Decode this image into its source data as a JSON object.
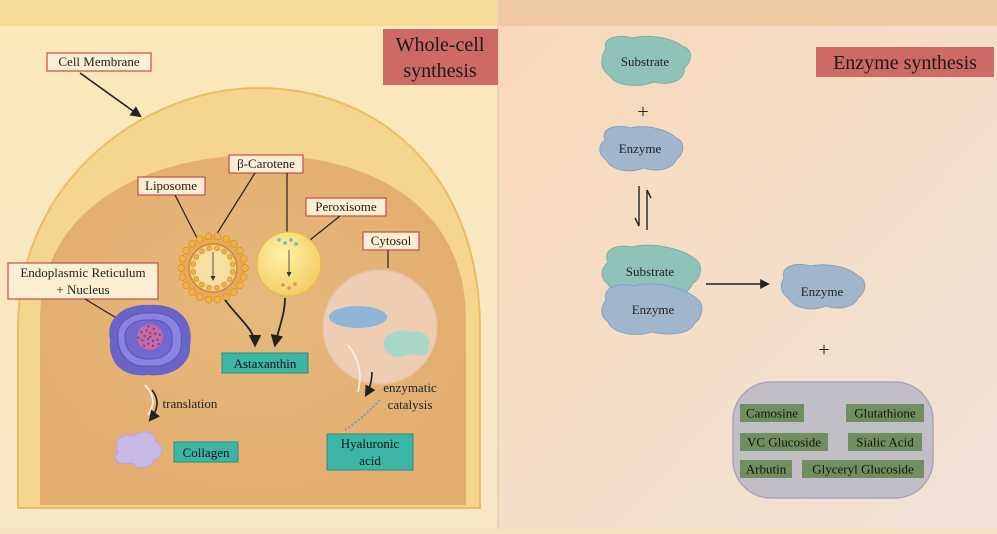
{
  "left_panel": {
    "title_line1": "Whole-cell",
    "title_line2": "synthesis",
    "labels": {
      "cell_membrane": "Cell Membrane",
      "liposome": "Liposome",
      "beta_carotene": "β-Carotene",
      "peroxisome": "Peroxisome",
      "cytosol": "Cytosol",
      "er_line1": "Endoplasmic Reticulum",
      "er_line2": "+ Nucleus",
      "translation": "translation",
      "enzymatic_line1": "enzymatic",
      "enzymatic_line2": "catalysis"
    },
    "products": {
      "astaxanthin": "Astaxanthin",
      "collagen": "Collagen",
      "hyaluronic_line1": "Hyaluronic",
      "hyaluronic_line2": "acid"
    }
  },
  "right_panel": {
    "title": "Enzyme synthesis",
    "substrate": "Substrate",
    "plus": "+",
    "enzyme": "Enzyme",
    "complex_substrate": "Substrate",
    "complex_enzyme": "Enzyme",
    "released_enzyme": "Enzyme",
    "plus2": "+",
    "products": [
      "Camosine",
      "Glutathione",
      "VC Glucoside",
      "Sialic Acid",
      "Arbutin",
      "Glyceryl Glucoside"
    ]
  },
  "colors": {
    "title_box": "#cd6a66",
    "product_teal": "#3bb5a6",
    "product_green": "#6f8f5e",
    "label_border": "#c0504d"
  }
}
